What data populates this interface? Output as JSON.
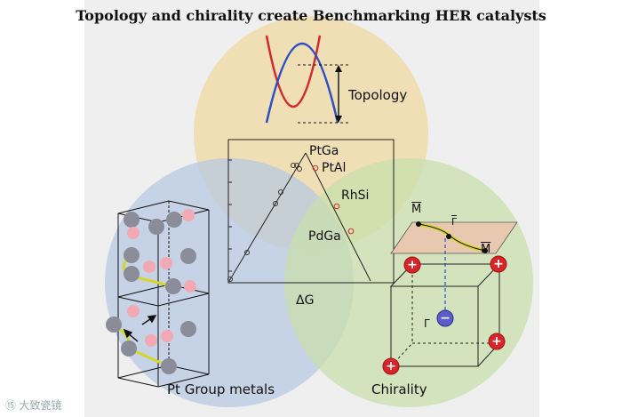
{
  "title": "Topology and chirality create Benchmarking HER catalysts",
  "circles": {
    "topology": {
      "label": "Topology",
      "color": "#efdcae"
    },
    "pt_group": {
      "label": "Pt Group metals",
      "color": "#b8c8e2"
    },
    "chirality": {
      "label": "Chirality",
      "color": "#c8dfae"
    }
  },
  "volcano": {
    "xlabel": "ΔG",
    "catalysts": [
      "PtGa",
      "PtAl",
      "RhSi",
      "PdGa"
    ]
  },
  "highsym_points": {
    "m_bar_1": "M",
    "gamma_bar": "Γ",
    "m_bar_2": "M",
    "gamma": "Γ"
  },
  "charges": {
    "positive": "+",
    "negative": "−"
  },
  "colors": {
    "band_red": "#d42a2a",
    "band_blue": "#2c4fc6",
    "atom_gray": "#8a8c99",
    "atom_pink": "#f2a9b3",
    "charge_red": "#d7262b",
    "charge_blue": "#5a5ec8",
    "surface": "#e8c9b0",
    "arc_yellow": "#d8d628"
  },
  "watermark": "⑮ 大致瓷镜"
}
